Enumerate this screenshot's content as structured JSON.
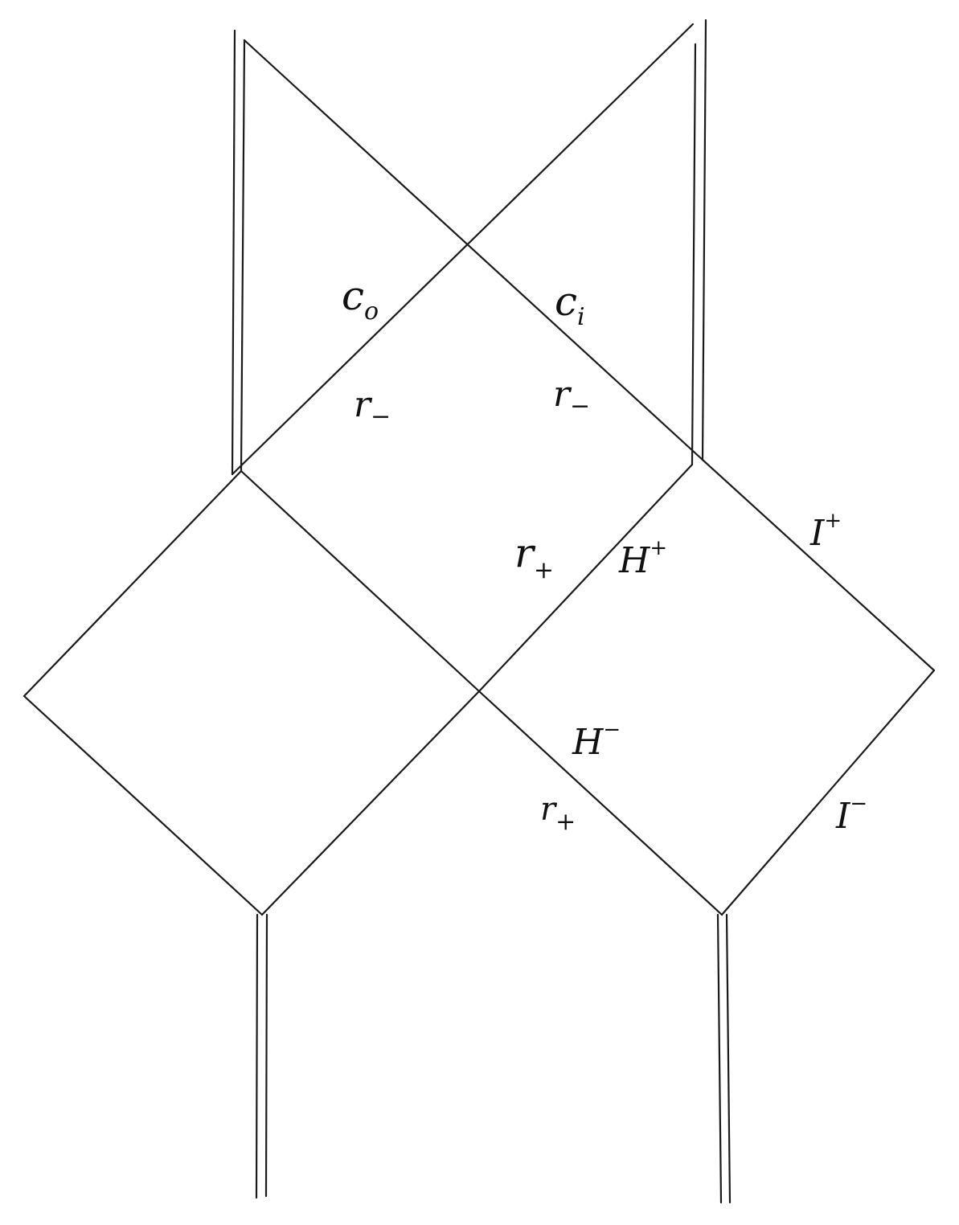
{
  "diagram": {
    "labels": {
      "c_o": {
        "base": "c",
        "sub": "o"
      },
      "c_i": {
        "base": "c",
        "sub": "i"
      },
      "r_minus_left": {
        "base": "r",
        "sub": "−"
      },
      "r_minus_right": {
        "base": "r",
        "sub": "−"
      },
      "r_plus_upper": {
        "base": "r",
        "sub": "+"
      },
      "r_plus_lower": {
        "base": "r",
        "sub": "+"
      },
      "H_plus": {
        "base": "H",
        "sup": "+"
      },
      "H_minus": {
        "base": "H",
        "sup": "−"
      },
      "I_plus": {
        "base": "I",
        "sup": "+"
      },
      "I_minus": {
        "base": "I",
        "sup": "−"
      }
    },
    "stroke_color": "#1a1a1a"
  }
}
